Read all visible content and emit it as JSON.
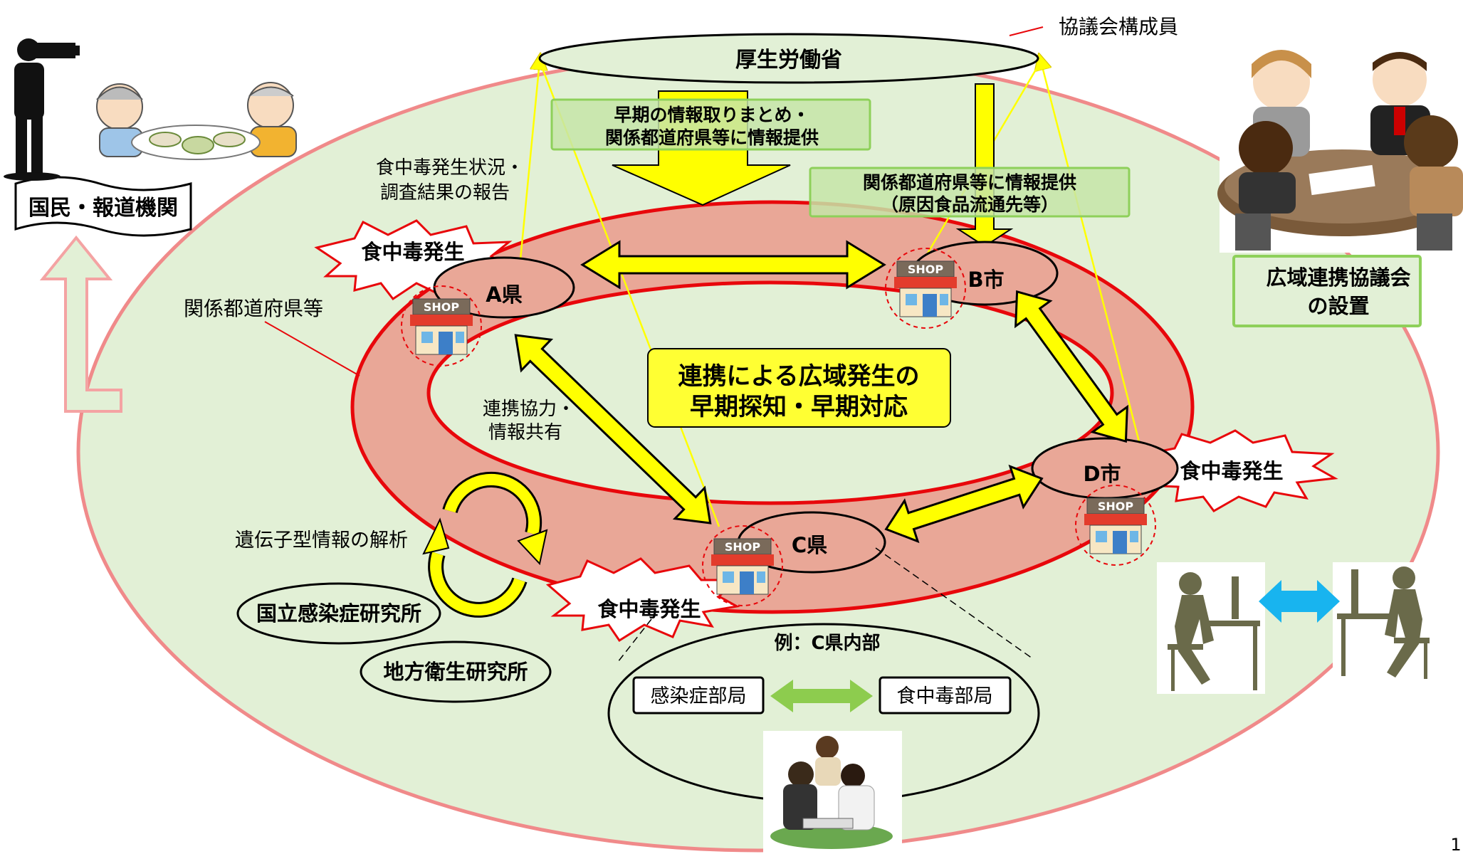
{
  "council_member_label": "協議会構成員",
  "mhlw_label": "厚生労働省",
  "early_info_box": [
    "早期の情報取りまとめ・",
    "関係都道府県等に情報提供"
  ],
  "b_city_info_box": [
    "関係都道府県等に情報提供",
    "（原因食品流通先等）"
  ],
  "report_label": [
    "食中毒発生状況・",
    "調査結果の報告"
  ],
  "public_label": "国民・報道機関",
  "prefectures_label": "関係都道府県等",
  "outbreak_label": "食中毒発生",
  "a_pref": "A県",
  "b_city": "B市",
  "c_pref": "C県",
  "d_city": "D市",
  "center_box": [
    "連携による広域発生の",
    "早期探知・早期対応"
  ],
  "cooperation_label": [
    "連携協力・",
    "情報共有"
  ],
  "genotype_label": "遺伝子型情報の解析",
  "niid_label": "国立感染症研究所",
  "local_institute_label": "地方衛生研究所",
  "c_internal_label": "例：C県内部",
  "infection_dept": "感染症部局",
  "food_dept": "食中毒部局",
  "council_setup": [
    "広域連携協議会",
    "の設置"
  ],
  "shop_sign": "SHOP",
  "page_number": "1",
  "colors": {
    "outer_ellipse_fill": "#e2f0d6",
    "outer_ellipse_stroke": "#f08a8a",
    "ring_fill": "#e9a797",
    "ring_stroke": "#e8070b",
    "arrow_yellow": "#ffff00",
    "green_box_fill": "#c6e5a8",
    "green_box_stroke": "#8ed05a",
    "blue_arrow": "#18b4ef",
    "green_arrow": "#8dcc4e"
  }
}
